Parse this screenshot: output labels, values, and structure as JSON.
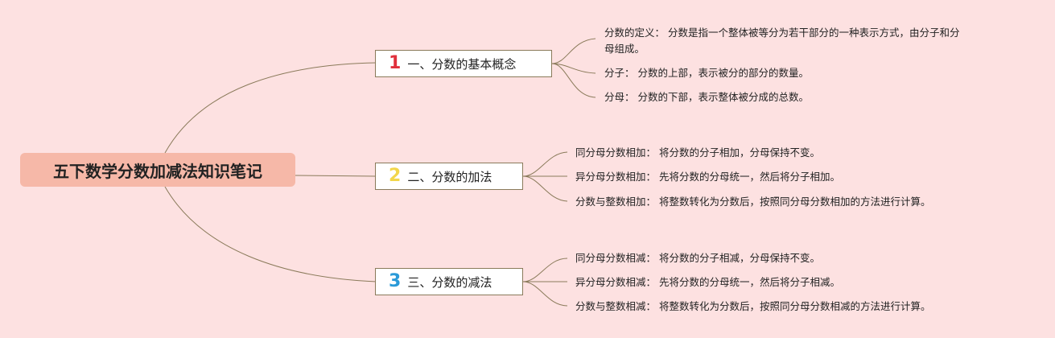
{
  "root": {
    "title": "五下数学分数加减法知识笔记"
  },
  "colors": {
    "background": "#fde1e1",
    "root_fill": "#f6b8a8",
    "line": "#8a7a5a",
    "num1": "#e0303c",
    "num2": "#f2d64a",
    "num3": "#2a9ad8"
  },
  "branches": [
    {
      "num": "1",
      "label": "一、分数的基本概念",
      "items": [
        {
          "term": "分数的定义：",
          "desc": "分数是指一个整体被等分为若干部分的一种表示方式，由分子和分",
          "desc2": "母组成。"
        },
        {
          "term": "分子：",
          "desc": "分数的上部，表示被分的部分的数量。"
        },
        {
          "term": "分母：",
          "desc": "分数的下部，表示整体被分成的总数。"
        }
      ]
    },
    {
      "num": "2",
      "label": "二、分数的加法",
      "items": [
        {
          "term": "同分母分数相加：",
          "desc": "将分数的分子相加，分母保持不变。"
        },
        {
          "term": "异分母分数相加：",
          "desc": "先将分数的分母统一，然后将分子相加。"
        },
        {
          "term": "分数与整数相加：",
          "desc": "将整数转化为分数后，按照同分母分数相加的方法进行计算。"
        }
      ]
    },
    {
      "num": "3",
      "label": "三、分数的减法",
      "items": [
        {
          "term": "同分母分数相减：",
          "desc": "将分数的分子相减，分母保持不变。"
        },
        {
          "term": "异分母分数相减：",
          "desc": "先将分数的分母统一，然后将分子相减。"
        },
        {
          "term": "分数与整数相减：",
          "desc": "将整数转化为分数后，按照同分母分数相减的方法进行计算。"
        }
      ]
    }
  ]
}
